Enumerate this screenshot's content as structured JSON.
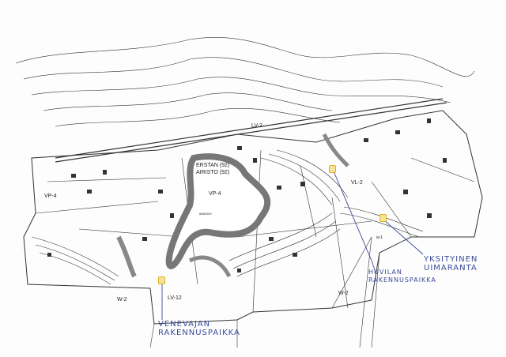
{
  "zones": {
    "vp4_left": "VP-4",
    "vp4_center": "VP-4",
    "w2_left": "W-2",
    "w2_right": "W-2",
    "lv12": "LV-12",
    "lv2": "LV-2",
    "vl2": "VL-2",
    "w1": "w-1",
    "erstan": "ERSTAN (92)",
    "airisto": "AIRISTO (92)",
    "coord": "6682000"
  },
  "annotations": {
    "boathouse_line1": "VENEVAJAN",
    "boathouse_line2": "RAKENNUSPAIKKA",
    "villa_line1": "HUVILAN",
    "villa_line2": "RAKENNUSPAIKKA",
    "beach_line1": "YKSITYINEN",
    "beach_line2": "UIMARANTA"
  },
  "colors": {
    "ink": "#3a4a9a",
    "marker": "#e0b020",
    "water": "#777777"
  }
}
